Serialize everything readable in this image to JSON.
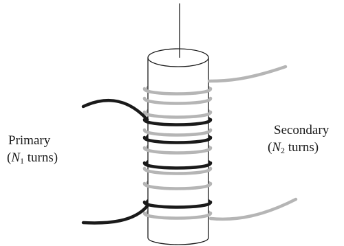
{
  "primary": {
    "label": "Primary",
    "open_paren": "(",
    "symbol": "N",
    "subscript": "1",
    "turns_text": " turns)"
  },
  "secondary": {
    "label": "Secondary",
    "open_paren": "(",
    "symbol": "N",
    "subscript": "2",
    "turns_text": " turns)"
  },
  "colors": {
    "primary_coil": "#1a1a1a",
    "secondary_coil": "#b5b5b5",
    "core_outline": "#1a1a1a",
    "background": "#ffffff"
  }
}
